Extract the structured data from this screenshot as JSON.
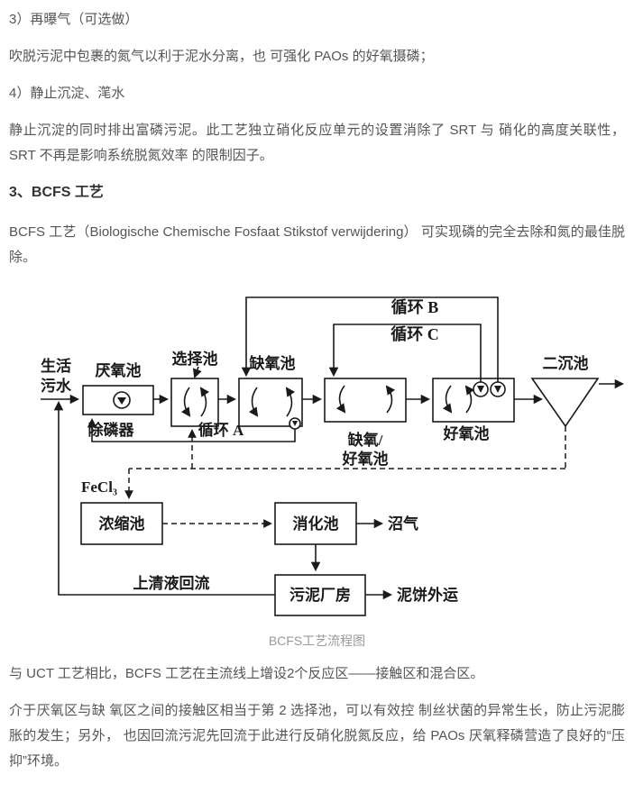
{
  "page": {
    "p1": "3）再曝气（可选做）",
    "p2": "吹脱污泥中包裹的氮气以利于泥水分离，也 可强化 PAOs 的好氧摄磷；",
    "p3": "4）静止沉淀、滗水",
    "p4": "静止沉淀的同时排出富磷污泥。此工艺独立硝化反应单元的设置消除了 SRT 与 硝化的高度关联性，SRT 不再是影响系统脱氮效率 的限制因子。",
    "heading": "3、BCFS 工艺",
    "p5": "BCFS 工艺（Biologische Chemische Fosfaat Stikstof verwijdering） 可实现磷的完全去除和氮的最佳脱除。",
    "caption": "BCFS工艺流程图",
    "p6": "与 UCT 工艺相比，BCFS 工艺在主流线上增设2个反应区——接触区和混合区。",
    "p7": "介于厌氧区与缺 氧区之间的接触区相当于第 2 选择池，可以有效控 制丝状菌的异常生长，防止污泥膨胀的发生；另外， 也因回流污泥先回流于此进行反硝化脱氮反应，给 PAOs 厌氧释磷营造了良好的“压抑”环境。"
  },
  "diagram": {
    "labels": {
      "influent_line1": "生活",
      "influent_line2": "污水",
      "anaerobic": "厌氧池",
      "selector": "选择池",
      "anoxic": "缺氧池",
      "loop_b": "循环 B",
      "loop_c": "循环 C",
      "secondary_clarifier": "二沉池",
      "p_remover": "除磷器",
      "loop_a": "循环 A",
      "anoxic_aerobic_line1": "缺氧/",
      "anoxic_aerobic_line2": "好氧池",
      "aerobic": "好氧池",
      "fecl3": "FeCl₃",
      "thickener": "浓缩池",
      "digester": "消化池",
      "biogas": "沼气",
      "supernatant_return": "上清液回流",
      "sludge_house": "污泥厂房",
      "cake_out": "泥饼外运"
    }
  },
  "colors": {
    "body_text": "#555555",
    "heading_text": "#333333",
    "caption_text": "#999999",
    "diagram_ink": "#1a1a1a"
  }
}
